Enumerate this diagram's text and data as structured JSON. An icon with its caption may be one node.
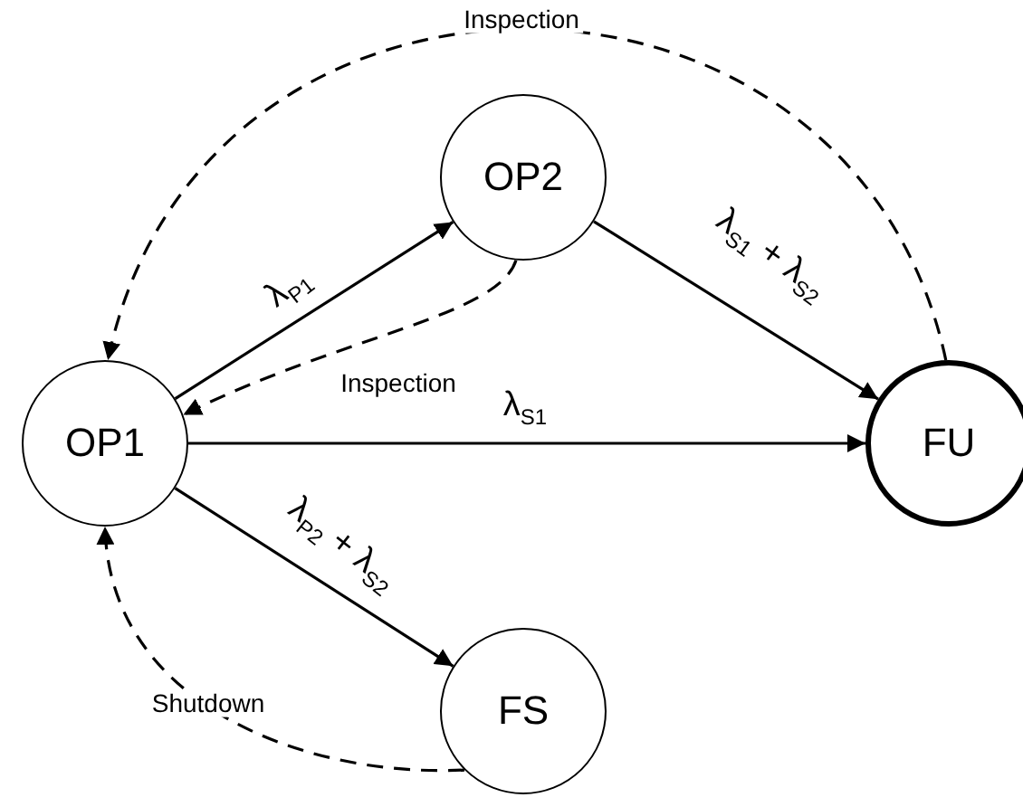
{
  "diagram": {
    "nodes": [
      {
        "text": [
          "OP1"
        ]
      },
      {
        "text": [
          "OP2"
        ]
      },
      {
        "text": [
          "FU"
        ]
      },
      {
        "text": [
          "FS"
        ]
      }
    ],
    "edges": [
      {
        "from": 0,
        "to": 1,
        "arrow": "to",
        "label": "λ$_{P1}$"
      },
      {
        "from": 1,
        "to": 2,
        "arrow": "to",
        "label": "λ$_{S1}$ + λ$_{S2}$"
      },
      {
        "from": 1,
        "to": 0,
        "arrow": "to",
        "label": "Inspection",
        "style": "dashed"
      },
      {
        "from": 2,
        "to": 0,
        "arrow": "to",
        "label": "Inspection",
        "style": "dashed"
      },
      {
        "from": 0,
        "to": 2,
        "arrow": "to",
        "label": "λ$_{S1}$"
      },
      {
        "from": 0,
        "to": 3,
        "arrow": "to",
        "label": "λ$_{P2}$ + λ$_{S2}$"
      },
      {
        "from": 3,
        "to": 0,
        "arrow": "to",
        "label": "Shutdown",
        "style": "dashed"
      }
    ]
  }
}
